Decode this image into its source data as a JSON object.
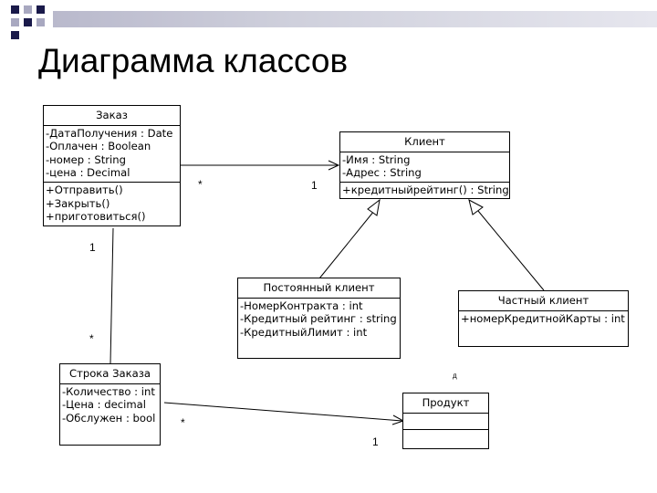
{
  "slide": {
    "title": "Диаграмма классов",
    "stray_mark": "д"
  },
  "colors": {
    "square_dark": "#1a1a4a",
    "square_light": "#a8a8c0",
    "strip": "#cfd0dc"
  },
  "classes": {
    "order": {
      "name": "Заказ",
      "attributes": [
        "-ДатаПолучения : Date",
        "-Оплачен : Boolean",
        "-номер : String",
        "-цена : Decimal"
      ],
      "operations": [
        "+Отправить()",
        "+Закрыть()",
        "+приготовиться()"
      ]
    },
    "client": {
      "name": "Клиент",
      "attributes": [
        "-Имя : String",
        "-Адрес : String"
      ],
      "operations": [
        "+кредитныйрейтинг() : String"
      ]
    },
    "regular_client": {
      "name": "Постоянный клиент",
      "attributes": [
        "-НомерКонтракта : int",
        "-Кредитный рейтинг : string",
        "-КредитныйЛимит : int"
      ],
      "operations": []
    },
    "private_client": {
      "name": "Частный клиент",
      "attributes": [
        "+номерКредитнойКарты : int"
      ],
      "operations": []
    },
    "order_line": {
      "name": "Строка Заказа",
      "attributes": [
        "-Количество : int",
        "-Цена : decimal",
        "-Обслужен : bool"
      ],
      "operations": []
    },
    "product": {
      "name": "Продукт",
      "attributes": [],
      "operations": []
    }
  },
  "multiplicities": {
    "order_client_order_end": "*",
    "order_client_client_end": "1",
    "order_line_order_end": "1",
    "order_line_line_end": "*",
    "line_product_line_end": "*",
    "line_product_product_end": "1"
  }
}
